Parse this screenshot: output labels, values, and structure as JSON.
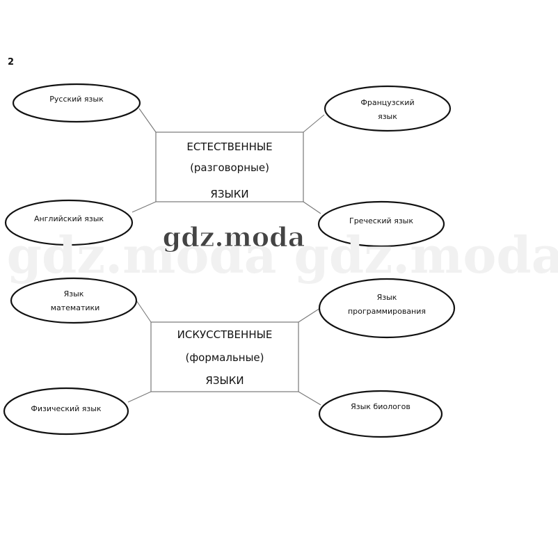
{
  "page_number": "2",
  "watermark": "gdz.moda",
  "natural_group": {
    "title_lines": [
      "ЕСТЕСТВЕННЫЕ",
      "(разговорные)",
      "ЯЗЫКИ"
    ],
    "items": [
      {
        "label_lines": [
          "Русский язык"
        ]
      },
      {
        "label_lines": [
          "Французский",
          "язык"
        ]
      },
      {
        "label_lines": [
          "Английский язык"
        ]
      },
      {
        "label_lines": [
          "Греческий язык"
        ]
      }
    ]
  },
  "artificial_group": {
    "title_lines": [
      "ИСКУССТВЕННЫЕ",
      "(формальные)",
      "ЯЗЫКИ"
    ],
    "items": [
      {
        "label_lines": [
          "Язык",
          "математики"
        ]
      },
      {
        "label_lines": [
          "Язык",
          "программирования"
        ]
      },
      {
        "label_lines": [
          "Физический язык"
        ]
      },
      {
        "label_lines": [
          "Язык биологов"
        ]
      }
    ]
  },
  "colors": {
    "outline": "#111111",
    "box_outline": "#777777",
    "background": "#ffffff"
  }
}
